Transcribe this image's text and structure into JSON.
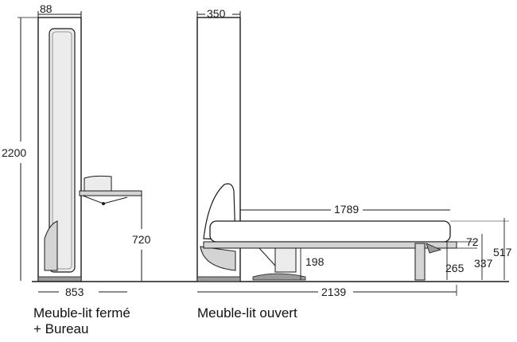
{
  "closed_view": {
    "caption_line1": "Meuble-lit fermé",
    "caption_line2": "+ Bureau",
    "dimensions": {
      "depth": "88",
      "height": "2200",
      "desk_height": "720",
      "width": "853"
    }
  },
  "open_view": {
    "caption": "Meuble-lit ouvert",
    "dimensions": {
      "cabinet_depth": "350",
      "mattress_length": "1789",
      "leg_offset": "198",
      "frame_thickness": "72",
      "mattress_top": "517",
      "frame_top": "337",
      "frame_underside": "265",
      "total_length": "2139"
    }
  },
  "colors": {
    "ink": "#1a1a1a",
    "panel_gray": "#d4d4d4",
    "light_gray": "#ececec",
    "mid_gray": "#9a9a9a"
  }
}
